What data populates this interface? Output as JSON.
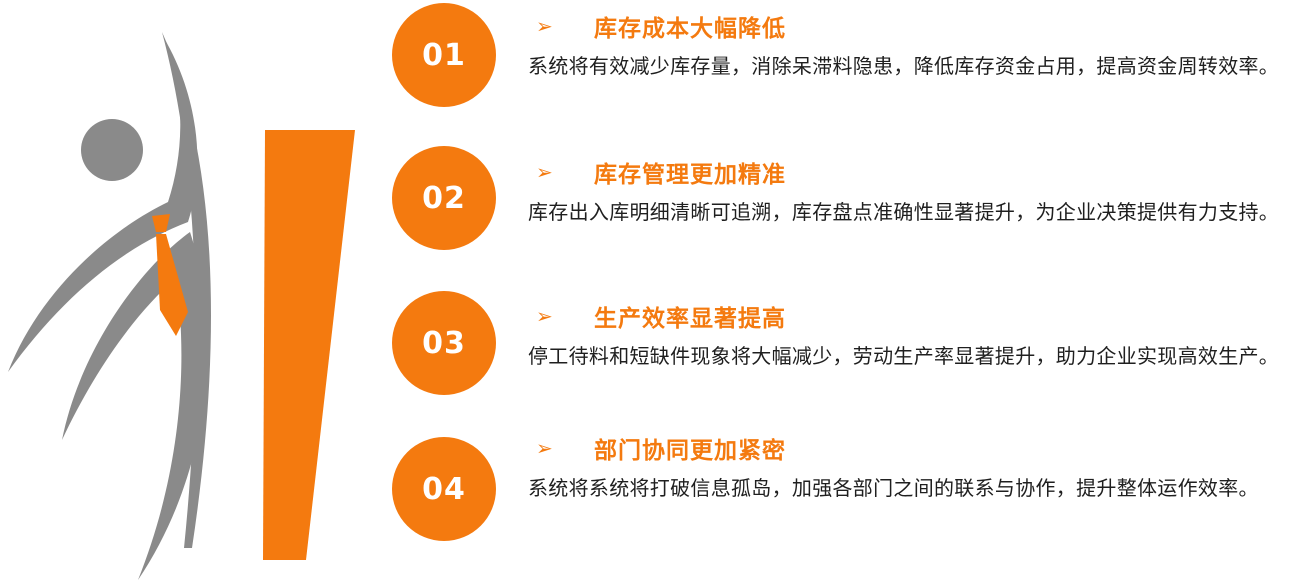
{
  "colors": {
    "accent": "#f47a0f",
    "figure_gray": "#8a8a8a",
    "text": "#1f1f1f"
  },
  "items": [
    {
      "number": "01",
      "arrow": "➢",
      "title": "库存成本大幅降低",
      "description": "系统将有效减少库存量，消除呆滞料隐患，降低库存资金占用，提高资金周转效率。"
    },
    {
      "number": "02",
      "arrow": "➢",
      "title": "库存管理更加精准",
      "description": "库存出入库明细清晰可追溯，库存盘点准确性显著提升，为企业决策提供有力支持。"
    },
    {
      "number": "03",
      "arrow": "➢",
      "title": "生产效率显著提高",
      "description": "停工待料和短缺件现象将大幅减少，劳动生产率显著提升，助力企业实现高效生产。"
    },
    {
      "number": "04",
      "arrow": "➢",
      "title": "部门协同更加紧密",
      "description": "系统将系统将打破信息孤岛，加强各部门之间的联系与协作，提升整体运作效率。"
    }
  ]
}
